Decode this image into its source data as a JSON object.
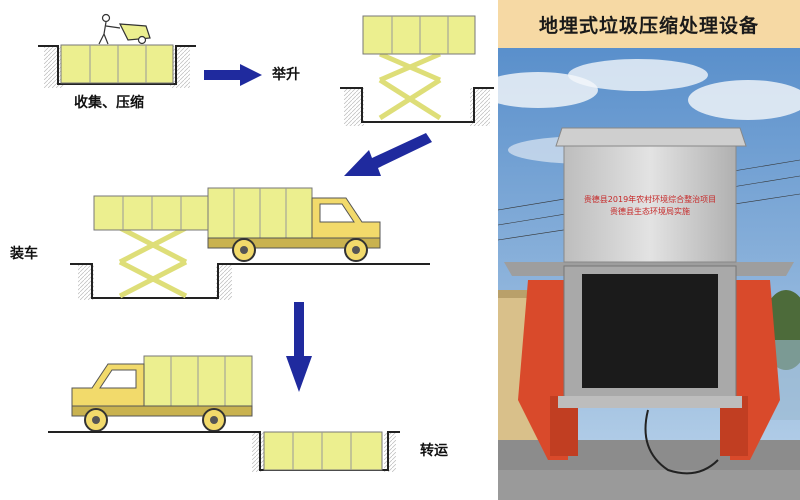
{
  "title": "地埋式垃圾压缩处理设备",
  "steps": {
    "collect": "收集、压缩",
    "lift": "举升",
    "load": "装车",
    "transport": "转运"
  },
  "photo_sign": {
    "line1": "贵德县2019年农村环境综合整治项目",
    "line2": "贵德县生态环境局实施"
  },
  "colors": {
    "container_yellow": "#ecef8f",
    "truck_yellow": "#f2da6b",
    "arrow_blue": "#1f2a9e",
    "title_bg": "#f6d9a4",
    "frame_red": "#d94a2b",
    "sign_text_red": "#c62828"
  }
}
